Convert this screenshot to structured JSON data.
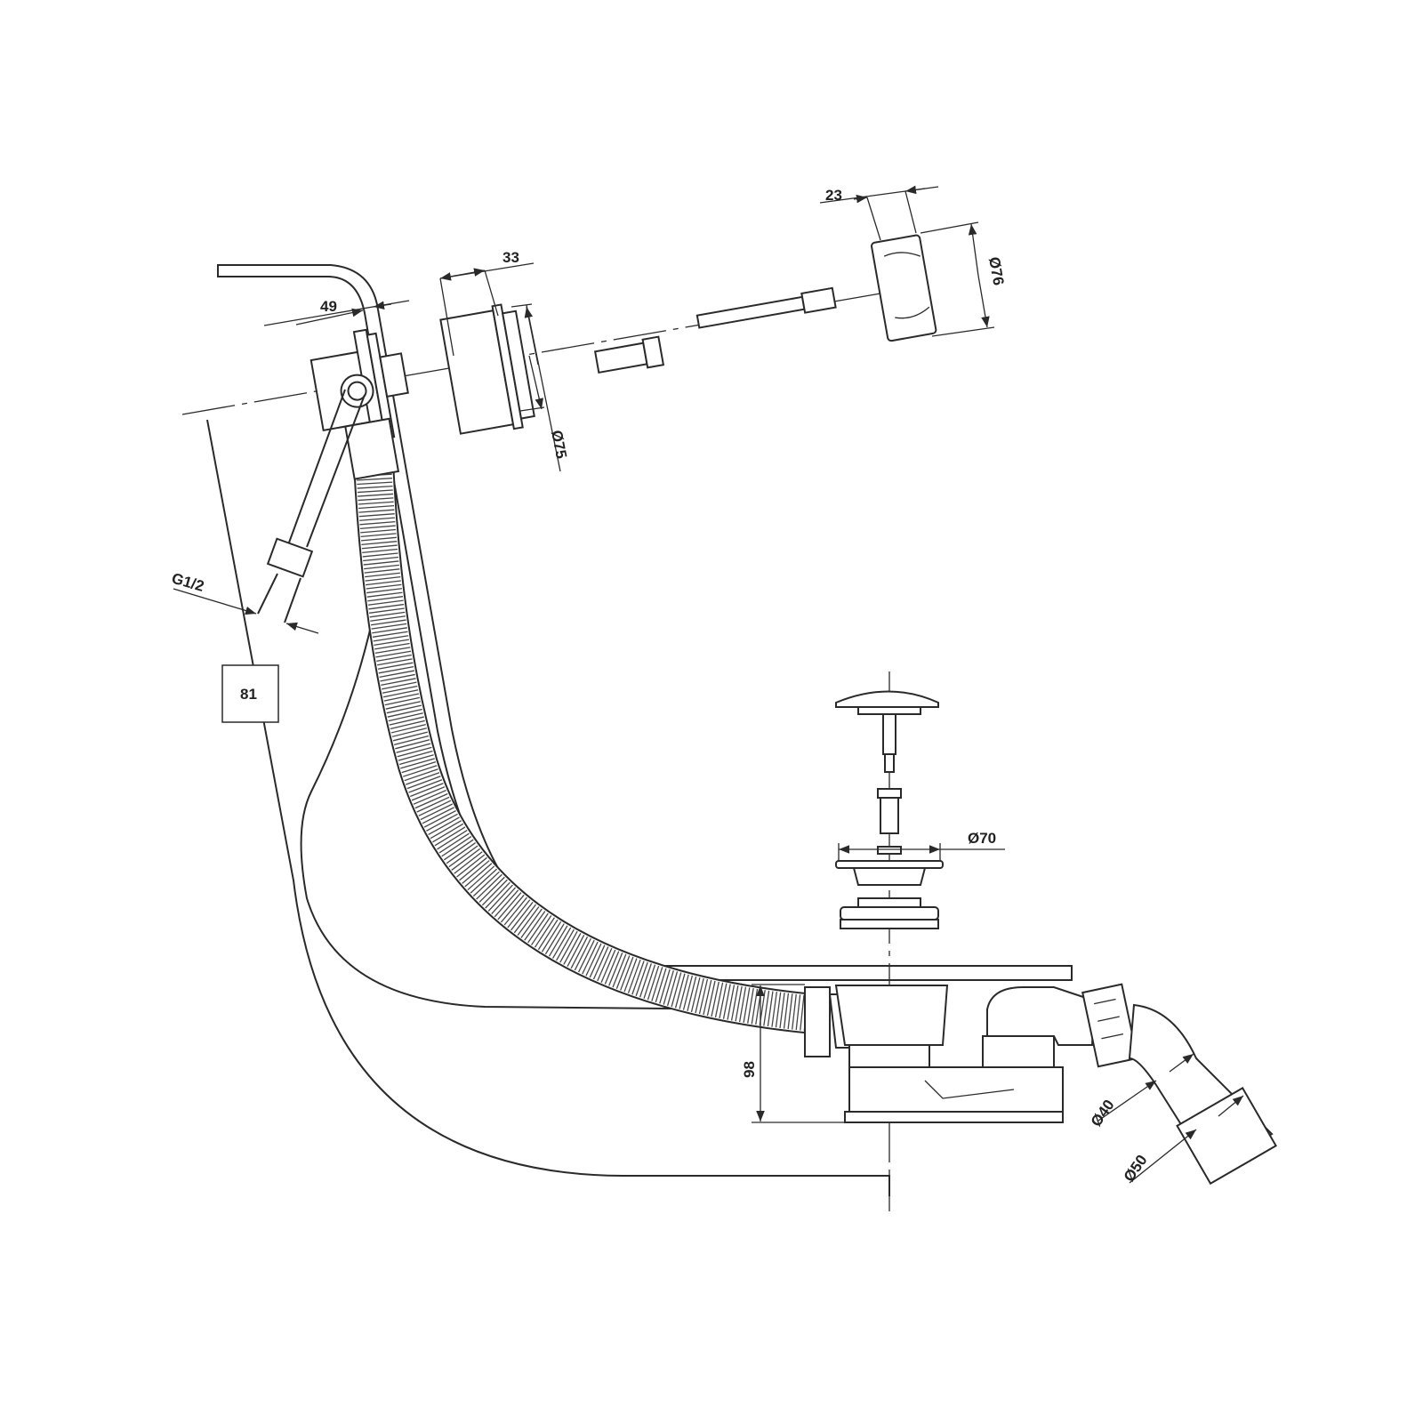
{
  "title": "Bath waste and overflow set - dimension drawing",
  "dimensions": {
    "overflow_depth": "49",
    "cover_depth": "33",
    "cap_depth": "23",
    "cap_diameter": "Ø76",
    "cover_diameter": "Ø75",
    "inlet_thread": "G1/2",
    "height_box": "81",
    "plug_diameter": "Ø70",
    "waste_height": "98",
    "outlet_inner": "Ø40",
    "outlet_outer": "Ø50"
  },
  "colors": {
    "line": "#2a2a2a",
    "background": "#ffffff"
  }
}
